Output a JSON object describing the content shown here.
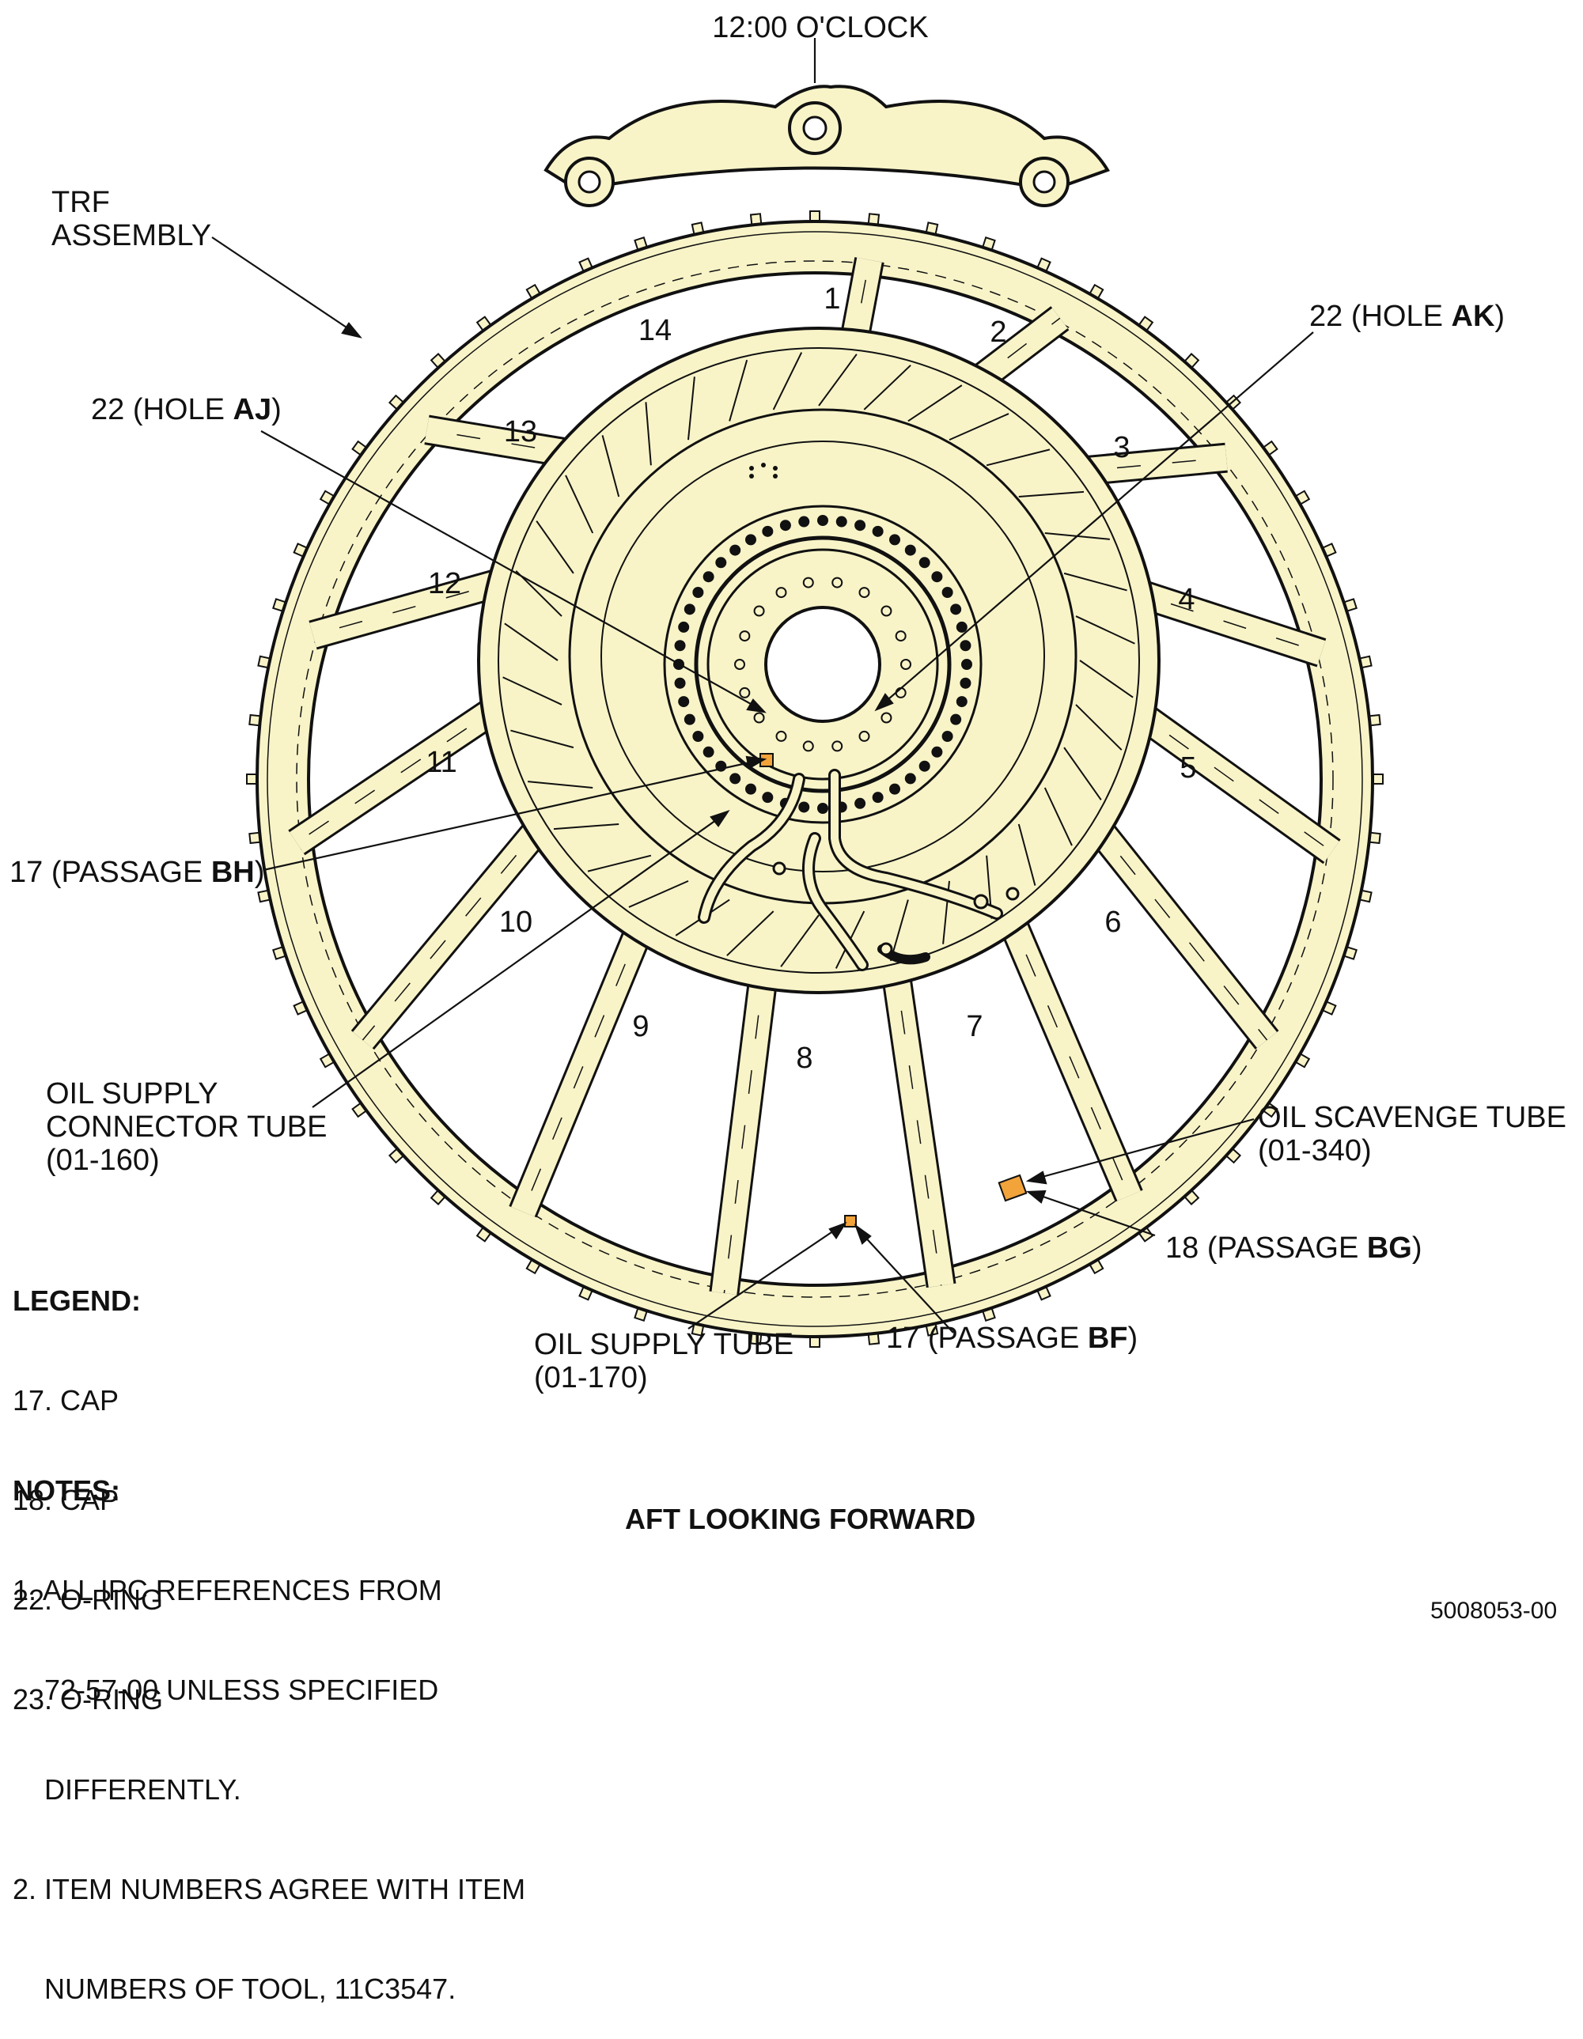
{
  "callouts": {
    "top": "12:00 O'CLOCK",
    "trf_line1": "TRF",
    "trf_line2": "ASSEMBLY",
    "hole_ak_pre": "22 (HOLE ",
    "hole_ak_bold": "AK",
    "hole_ak_post": ")",
    "hole_aj_pre": "22 (HOLE ",
    "hole_aj_bold": "AJ",
    "hole_aj_post": ")",
    "pass_bh_pre": "17 (PASSAGE ",
    "pass_bh_bold": "BH",
    "pass_bh_post": ")",
    "oil_conn_line1": "OIL SUPPLY",
    "oil_conn_line2": "CONNECTOR TUBE",
    "oil_conn_line3": "(01-160)",
    "scav_line1": "OIL SCAVENGE TUBE",
    "scav_line2": "(01-340)",
    "pass_bg_pre": "18 (PASSAGE ",
    "pass_bg_bold": "BG",
    "pass_bg_post": ")",
    "supply_line1": "OIL SUPPLY TUBE",
    "supply_line2": "(01-170)",
    "pass_bf_pre": "17 (PASSAGE ",
    "pass_bf_bold": "BF",
    "pass_bf_post": ")"
  },
  "strut_numbers": [
    "1",
    "2",
    "3",
    "4",
    "5",
    "6",
    "7",
    "8",
    "9",
    "10",
    "11",
    "12",
    "13",
    "14"
  ],
  "legend": {
    "heading": "LEGEND:",
    "items": [
      "17. CAP",
      "18. CAP",
      "22. O-RING",
      "23. O-RING"
    ]
  },
  "notes": {
    "heading": "NOTES:",
    "items": [
      "1. ALL IPC REFERENCES FROM",
      "    72-57-00 UNLESS SPECIFIED",
      "    DIFFERENTLY.",
      "2. ITEM NUMBERS AGREE WITH ITEM",
      "    NUMBERS OF TOOL, 11C3547."
    ]
  },
  "view_caption": "AFT LOOKING FORWARD",
  "figure_number": "5008053-00",
  "colors": {
    "part_fill": "#f8f4c8",
    "cap_fill": "#f2a33a",
    "line": "#111111"
  }
}
